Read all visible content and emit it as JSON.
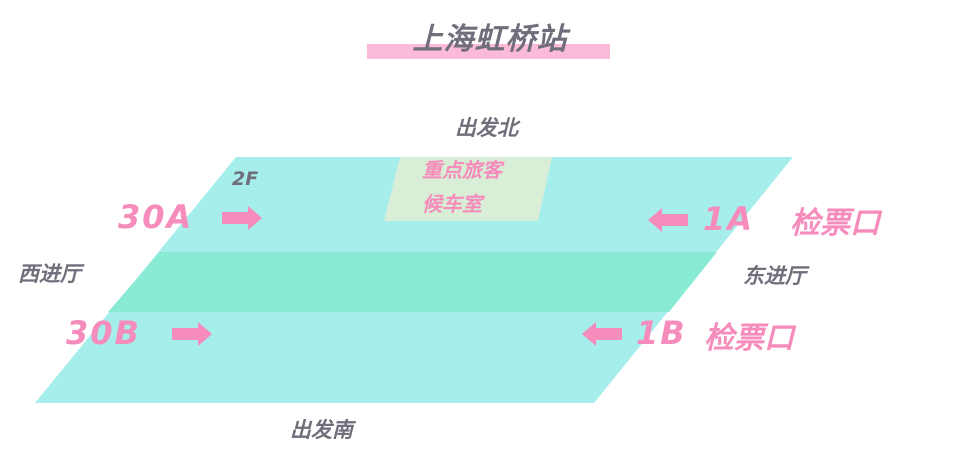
{
  "title": "上海虹桥站",
  "directions": {
    "north": "出发北",
    "south": "出发南",
    "west": "西进厅",
    "east": "东进厅"
  },
  "floor": "2F",
  "waiting_room": {
    "line1": "重点旅客",
    "line2": "候车室"
  },
  "gates": {
    "g30a": "30A",
    "g30b": "30B",
    "g1a": "1A",
    "g1b": "1B"
  },
  "checkpoint_label": "检票口",
  "colors": {
    "platform": "#a5eeeb",
    "middle_band": "#8aebd5",
    "waiting_room": "#d9eed6",
    "accent_pink": "#f58cbc",
    "label_gray": "#6f6e7a",
    "title_bar": "#fbbad7"
  },
  "icons": [
    "arrow-right-icon",
    "arrow-left-icon"
  ]
}
